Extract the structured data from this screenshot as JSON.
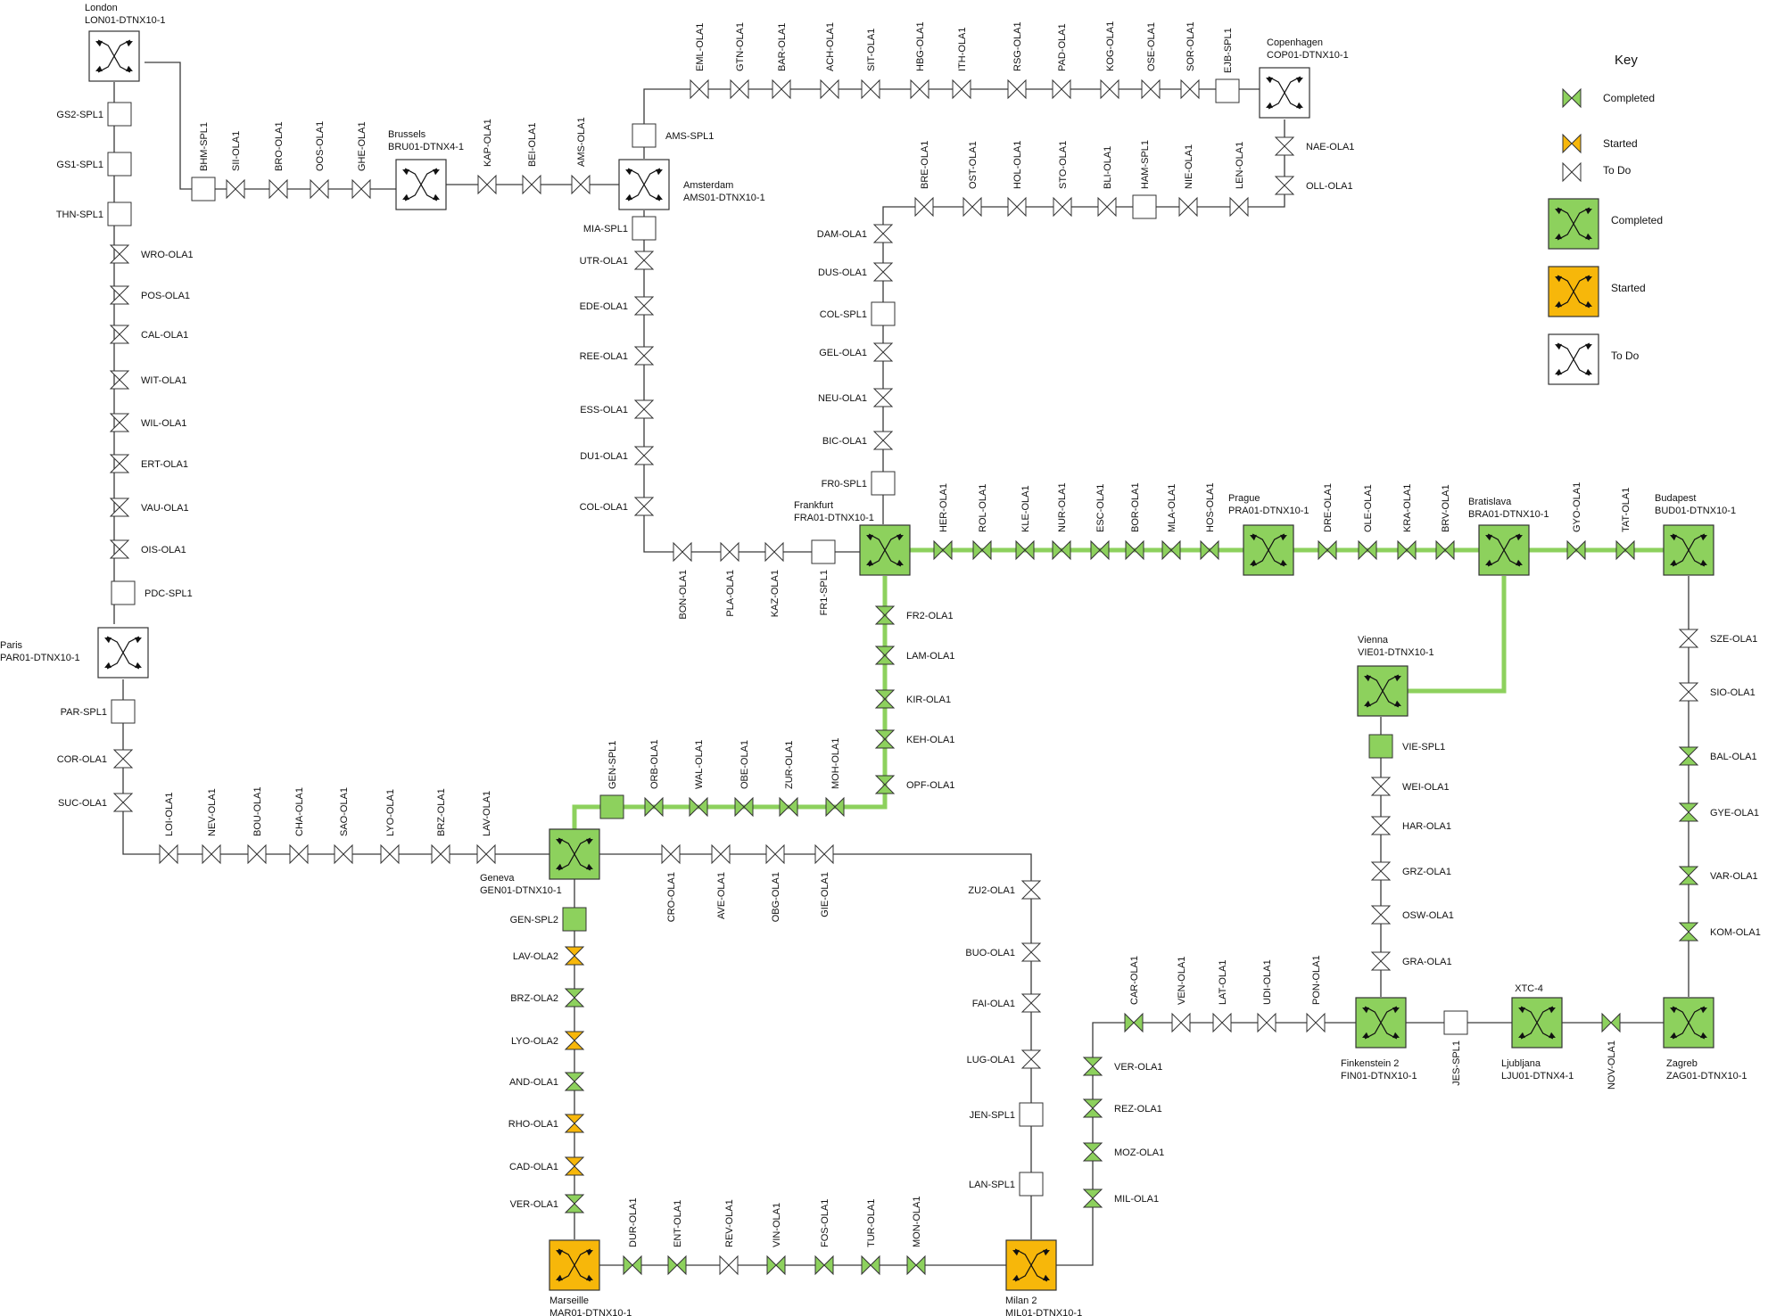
{
  "colors": {
    "completed": "#8dd15d",
    "started": "#f7b70a",
    "todo": "#ffffff",
    "line": "#3a3a3a",
    "active_line": "#8dd15d"
  },
  "nodes": {
    "LON": {
      "name": "London",
      "id": "LON01-DTNX10-1",
      "status": "todo"
    },
    "BRU": {
      "name": "Brussels",
      "id": "BRU01-DTNX4-1",
      "status": "todo"
    },
    "AMS": {
      "name": "Amsterdam",
      "id": "AMS01-DTNX10-1",
      "status": "todo"
    },
    "COP": {
      "name": "Copenhagen",
      "id": "COP01-DTNX10-1",
      "status": "todo"
    },
    "PAR": {
      "name": "Paris",
      "id": "PAR01-DTNX10-1",
      "status": "todo"
    },
    "FRA": {
      "name": "Frankfurt",
      "id": "FRA01-DTNX10-1",
      "status": "completed"
    },
    "PRA": {
      "name": "Prague",
      "id": "PRA01-DTNX10-1",
      "status": "completed"
    },
    "BRA": {
      "name": "Bratislava",
      "id": "BRA01-DTNX10-1",
      "status": "completed"
    },
    "BUD": {
      "name": "Budapest",
      "id": "BUD01-DTNX10-1",
      "status": "completed"
    },
    "VIE": {
      "name": "Vienna",
      "id": "VIE01-DTNX10-1",
      "status": "completed"
    },
    "GEN": {
      "name": "Geneva",
      "id": "GEN01-DTNX10-1",
      "status": "completed"
    },
    "FIN": {
      "name": "Finkenstein 2",
      "id": "FIN01-DTNX10-1",
      "status": "completed"
    },
    "LJU": {
      "name": "XTC-4",
      "id": "LJU01-DTNX4-1",
      "status": "completed",
      "sub": "Ljubljana"
    },
    "ZAG": {
      "name": "Zagreb",
      "id": "ZAG01-DTNX10-1",
      "status": "completed"
    },
    "MAR": {
      "name": "Marseille",
      "id": "MAR01-DTNX10-1",
      "status": "started"
    },
    "MIL": {
      "name": "Milan 2",
      "id": "MIL01-DTNX10-1",
      "status": "started"
    }
  },
  "segments": {
    "london_paris": [
      {
        "label": "GS2-SPL1",
        "kind": "spl",
        "status": "todo"
      },
      {
        "label": "GS1-SPL1",
        "kind": "spl",
        "status": "todo"
      },
      {
        "label": "THN-SPL1",
        "kind": "spl",
        "status": "todo"
      },
      {
        "label": "WRO-OLA1",
        "kind": "ola",
        "status": "todo"
      },
      {
        "label": "POS-OLA1",
        "kind": "ola",
        "status": "todo"
      },
      {
        "label": "CAL-OLA1",
        "kind": "ola",
        "status": "todo"
      },
      {
        "label": "WIT-OLA1",
        "kind": "ola",
        "status": "todo"
      },
      {
        "label": "WIL-OLA1",
        "kind": "ola",
        "status": "todo"
      },
      {
        "label": "ERT-OLA1",
        "kind": "ola",
        "status": "todo"
      },
      {
        "label": "VAU-OLA1",
        "kind": "ola",
        "status": "todo"
      },
      {
        "label": "OIS-OLA1",
        "kind": "ola",
        "status": "todo"
      },
      {
        "label": "PDC-SPL1",
        "kind": "spl",
        "status": "todo"
      }
    ],
    "london_brussels": [
      {
        "label": "BHM-SPL1",
        "kind": "spl",
        "status": "todo"
      },
      {
        "label": "SII-OLA1",
        "kind": "ola",
        "status": "todo"
      },
      {
        "label": "BRO-OLA1",
        "kind": "ola",
        "status": "todo"
      },
      {
        "label": "OOS-OLA1",
        "kind": "ola",
        "status": "todo"
      },
      {
        "label": "GHE-OLA1",
        "kind": "ola",
        "status": "todo"
      }
    ],
    "brussels_amsterdam": [
      {
        "label": "KAP-OLA1",
        "kind": "ola",
        "status": "todo"
      },
      {
        "label": "BEI-OLA1",
        "kind": "ola",
        "status": "todo"
      },
      {
        "label": "AMS-OLA1",
        "kind": "ola",
        "status": "todo"
      }
    ],
    "amsterdam_copenhagen": [
      {
        "label": "AMS-SPL1",
        "kind": "spl",
        "status": "todo"
      },
      {
        "label": "EML-OLA1",
        "kind": "ola",
        "status": "todo"
      },
      {
        "label": "GTN-OLA1",
        "kind": "ola",
        "status": "todo"
      },
      {
        "label": "BAR-OLA1",
        "kind": "ola",
        "status": "todo"
      },
      {
        "label": "ACH-OLA1",
        "kind": "ola",
        "status": "todo"
      },
      {
        "label": "SIT-OLA1",
        "kind": "ola",
        "status": "todo"
      },
      {
        "label": "HBG-OLA1",
        "kind": "ola",
        "status": "todo"
      },
      {
        "label": "ITH-OLA1",
        "kind": "ola",
        "status": "todo"
      },
      {
        "label": "RSG-OLA1",
        "kind": "ola",
        "status": "todo"
      },
      {
        "label": "PAD-OLA1",
        "kind": "ola",
        "status": "todo"
      },
      {
        "label": "KOG-OLA1",
        "kind": "ola",
        "status": "todo"
      },
      {
        "label": "OSE-OLA1",
        "kind": "ola",
        "status": "todo"
      },
      {
        "label": "SOR-OLA1",
        "kind": "ola",
        "status": "todo"
      },
      {
        "label": "EJB-SPL1",
        "kind": "spl",
        "status": "todo"
      }
    ],
    "amsterdam_frankfurt": [
      {
        "label": "MIA-SPL1",
        "kind": "spl",
        "status": "todo"
      },
      {
        "label": "UTR-OLA1",
        "kind": "ola",
        "status": "todo"
      },
      {
        "label": "EDE-OLA1",
        "kind": "ola",
        "status": "todo"
      },
      {
        "label": "REE-OLA1",
        "kind": "ola",
        "status": "todo"
      },
      {
        "label": "ESS-OLA1",
        "kind": "ola",
        "status": "todo"
      },
      {
        "label": "DU1-OLA1",
        "kind": "ola",
        "status": "todo"
      },
      {
        "label": "COL-OLA1",
        "kind": "ola",
        "status": "todo"
      },
      {
        "label": "BON-OLA1",
        "kind": "ola",
        "status": "todo"
      },
      {
        "label": "PLA-OLA1",
        "kind": "ola",
        "status": "todo"
      },
      {
        "label": "KAZ-OLA1",
        "kind": "ola",
        "status": "todo"
      },
      {
        "label": "FR1-SPL1",
        "kind": "spl",
        "status": "todo"
      }
    ],
    "copenhagen_frankfurt": [
      {
        "label": "NAE-OLA1",
        "kind": "ola",
        "status": "todo"
      },
      {
        "label": "OLL-OLA1",
        "kind": "ola",
        "status": "todo"
      },
      {
        "label": "LEN-OLA1",
        "kind": "ola",
        "status": "todo"
      },
      {
        "label": "NIE-OLA1",
        "kind": "ola",
        "status": "todo"
      },
      {
        "label": "HAM-SPL1",
        "kind": "spl",
        "status": "todo"
      },
      {
        "label": "BLI-OLA1",
        "kind": "ola",
        "status": "todo"
      },
      {
        "label": "STO-OLA1",
        "kind": "ola",
        "status": "todo"
      },
      {
        "label": "HOL-OLA1",
        "kind": "ola",
        "status": "todo"
      },
      {
        "label": "OST-OLA1",
        "kind": "ola",
        "status": "todo"
      },
      {
        "label": "BRE-OLA1",
        "kind": "ola",
        "status": "todo"
      },
      {
        "label": "DAM-OLA1",
        "kind": "ola",
        "status": "todo"
      },
      {
        "label": "DUS-OLA1",
        "kind": "ola",
        "status": "todo"
      },
      {
        "label": "COL-SPL1",
        "kind": "spl",
        "status": "todo"
      },
      {
        "label": "GEL-OLA1",
        "kind": "ola",
        "status": "todo"
      },
      {
        "label": "NEU-OLA1",
        "kind": "ola",
        "status": "todo"
      },
      {
        "label": "BIC-OLA1",
        "kind": "ola",
        "status": "todo"
      },
      {
        "label": "FR0-SPL1",
        "kind": "spl",
        "status": "todo"
      }
    ],
    "frankfurt_prague": [
      {
        "label": "HER-OLA1",
        "kind": "ola",
        "status": "completed"
      },
      {
        "label": "ROL-OLA1",
        "kind": "ola",
        "status": "completed"
      },
      {
        "label": "KLE-OLA1",
        "kind": "ola",
        "status": "completed"
      },
      {
        "label": "NUR-OLA1",
        "kind": "ola",
        "status": "completed"
      },
      {
        "label": "ESC-OLA1",
        "kind": "ola",
        "status": "completed"
      },
      {
        "label": "BOR-OLA1",
        "kind": "ola",
        "status": "completed"
      },
      {
        "label": "MLA-OLA1",
        "kind": "ola",
        "status": "completed"
      },
      {
        "label": "HOS-OLA1",
        "kind": "ola",
        "status": "completed"
      }
    ],
    "prague_bratislava": [
      {
        "label": "DRE-OLA1",
        "kind": "ola",
        "status": "completed"
      },
      {
        "label": "OLE-OLA1",
        "kind": "ola",
        "status": "completed"
      },
      {
        "label": "KRA-OLA1",
        "kind": "ola",
        "status": "completed"
      },
      {
        "label": "BRV-OLA1",
        "kind": "ola",
        "status": "completed"
      }
    ],
    "bratislava_budapest": [
      {
        "label": "GYO-OLA1",
        "kind": "ola",
        "status": "completed"
      },
      {
        "label": "TAT-OLA1",
        "kind": "ola",
        "status": "completed"
      }
    ],
    "frankfurt_geneva": [
      {
        "label": "FR2-OLA1",
        "kind": "ola",
        "status": "completed"
      },
      {
        "label": "LAM-OLA1",
        "kind": "ola",
        "status": "completed"
      },
      {
        "label": "KIR-OLA1",
        "kind": "ola",
        "status": "completed"
      },
      {
        "label": "KEH-OLA1",
        "kind": "ola",
        "status": "completed"
      },
      {
        "label": "OPF-OLA1",
        "kind": "ola",
        "status": "completed"
      },
      {
        "label": "MOH-OLA1",
        "kind": "ola",
        "status": "completed"
      },
      {
        "label": "ZUR-OLA1",
        "kind": "ola",
        "status": "completed"
      },
      {
        "label": "OBE-OLA1",
        "kind": "ola",
        "status": "completed"
      },
      {
        "label": "WAL-OLA1",
        "kind": "ola",
        "status": "completed"
      },
      {
        "label": "ORB-OLA1",
        "kind": "ola",
        "status": "completed"
      },
      {
        "label": "GEN-SPL1",
        "kind": "spl",
        "status": "completed"
      }
    ],
    "paris_geneva": [
      {
        "label": "PAR-SPL1",
        "kind": "spl",
        "status": "todo"
      },
      {
        "label": "COR-OLA1",
        "kind": "ola",
        "status": "todo"
      },
      {
        "label": "SUC-OLA1",
        "kind": "ola",
        "status": "todo"
      },
      {
        "label": "LOI-OLA1",
        "kind": "ola",
        "status": "todo"
      },
      {
        "label": "NEV-OLA1",
        "kind": "ola",
        "status": "todo"
      },
      {
        "label": "BOU-OLA1",
        "kind": "ola",
        "status": "todo"
      },
      {
        "label": "CHA-OLA1",
        "kind": "ola",
        "status": "todo"
      },
      {
        "label": "SAO-OLA1",
        "kind": "ola",
        "status": "todo"
      },
      {
        "label": "LYO-OLA1",
        "kind": "ola",
        "status": "todo"
      },
      {
        "label": "BRZ-OLA1",
        "kind": "ola",
        "status": "todo"
      },
      {
        "label": "LAV-OLA1",
        "kind": "ola",
        "status": "todo"
      }
    ],
    "geneva_milan": [
      {
        "label": "CRO-OLA1",
        "kind": "ola",
        "status": "todo"
      },
      {
        "label": "AVE-OLA1",
        "kind": "ola",
        "status": "todo"
      },
      {
        "label": "OBG-OLA1",
        "kind": "ola",
        "status": "todo"
      },
      {
        "label": "GIE-OLA1",
        "kind": "ola",
        "status": "todo"
      },
      {
        "label": "ZU2-OLA1",
        "kind": "ola",
        "status": "todo"
      },
      {
        "label": "BUO-OLA1",
        "kind": "ola",
        "status": "todo"
      },
      {
        "label": "FAI-OLA1",
        "kind": "ola",
        "status": "todo"
      },
      {
        "label": "LUG-OLA1",
        "kind": "ola",
        "status": "todo"
      },
      {
        "label": "JEN-SPL1",
        "kind": "spl",
        "status": "todo"
      },
      {
        "label": "LAN-SPL1",
        "kind": "spl",
        "status": "todo"
      }
    ],
    "geneva_marseille": [
      {
        "label": "GEN-SPL2",
        "kind": "spl",
        "status": "completed"
      },
      {
        "label": "LAV-OLA2",
        "kind": "ola",
        "status": "started"
      },
      {
        "label": "BRZ-OLA2",
        "kind": "ola",
        "status": "completed"
      },
      {
        "label": "LYO-OLA2",
        "kind": "ola",
        "status": "started"
      },
      {
        "label": "AND-OLA1",
        "kind": "ola",
        "status": "completed"
      },
      {
        "label": "RHO-OLA1",
        "kind": "ola",
        "status": "started"
      },
      {
        "label": "CAD-OLA1",
        "kind": "ola",
        "status": "started"
      },
      {
        "label": "VER-OLA1",
        "kind": "ola",
        "status": "completed"
      }
    ],
    "marseille_milan": [
      {
        "label": "DUR-OLA1",
        "kind": "ola",
        "status": "completed"
      },
      {
        "label": "ENT-OLA1",
        "kind": "ola",
        "status": "completed"
      },
      {
        "label": "REV-OLA1",
        "kind": "ola",
        "status": "todo"
      },
      {
        "label": "VIN-OLA1",
        "kind": "ola",
        "status": "completed"
      },
      {
        "label": "FOS-OLA1",
        "kind": "ola",
        "status": "completed"
      },
      {
        "label": "TUR-OLA1",
        "kind": "ola",
        "status": "completed"
      },
      {
        "label": "MON-OLA1",
        "kind": "ola",
        "status": "completed"
      }
    ],
    "milan_finkenstein": [
      {
        "label": "MIL-OLA1",
        "kind": "ola",
        "status": "completed"
      },
      {
        "label": "MOZ-OLA1",
        "kind": "ola",
        "status": "completed"
      },
      {
        "label": "REZ-OLA1",
        "kind": "ola",
        "status": "completed"
      },
      {
        "label": "VER-OLA1",
        "kind": "ola",
        "status": "completed"
      },
      {
        "label": "CAR-OLA1",
        "kind": "ola",
        "status": "completed"
      },
      {
        "label": "VEN-OLA1",
        "kind": "ola",
        "status": "todo"
      },
      {
        "label": "LAT-OLA1",
        "kind": "ola",
        "status": "todo"
      },
      {
        "label": "UDI-OLA1",
        "kind": "ola",
        "status": "todo"
      },
      {
        "label": "PON-OLA1",
        "kind": "ola",
        "status": "todo"
      }
    ],
    "vienna_finkenstein": [
      {
        "label": "VIE-SPL1",
        "kind": "spl",
        "status": "completed"
      },
      {
        "label": "WEI-OLA1",
        "kind": "ola",
        "status": "todo"
      },
      {
        "label": "HAR-OLA1",
        "kind": "ola",
        "status": "todo"
      },
      {
        "label": "GRZ-OLA1",
        "kind": "ola",
        "status": "todo"
      },
      {
        "label": "OSW-OLA1",
        "kind": "ola",
        "status": "todo"
      },
      {
        "label": "GRA-OLA1",
        "kind": "ola",
        "status": "todo"
      }
    ],
    "finkenstein_ljubljana": [
      {
        "label": "JES-SPL1",
        "kind": "spl",
        "status": "todo"
      }
    ],
    "ljubljana_zagreb": [
      {
        "label": "NOV-OLA1",
        "kind": "ola",
        "status": "completed"
      }
    ],
    "budapest_zagreb": [
      {
        "label": "SZE-OLA1",
        "kind": "ola",
        "status": "todo"
      },
      {
        "label": "SIO-OLA1",
        "kind": "ola",
        "status": "todo"
      },
      {
        "label": "BAL-OLA1",
        "kind": "ola",
        "status": "completed"
      },
      {
        "label": "GYE-OLA1",
        "kind": "ola",
        "status": "completed"
      },
      {
        "label": "VAR-OLA1",
        "kind": "ola",
        "status": "completed"
      },
      {
        "label": "KOM-OLA1",
        "kind": "ola",
        "status": "completed"
      }
    ]
  },
  "key": {
    "title": "Key",
    "amp_completed": "Completed",
    "amp_started": "Started",
    "amp_todo": "To Do",
    "node_completed": "Completed",
    "node_started": "Started",
    "node_todo": "To Do"
  }
}
